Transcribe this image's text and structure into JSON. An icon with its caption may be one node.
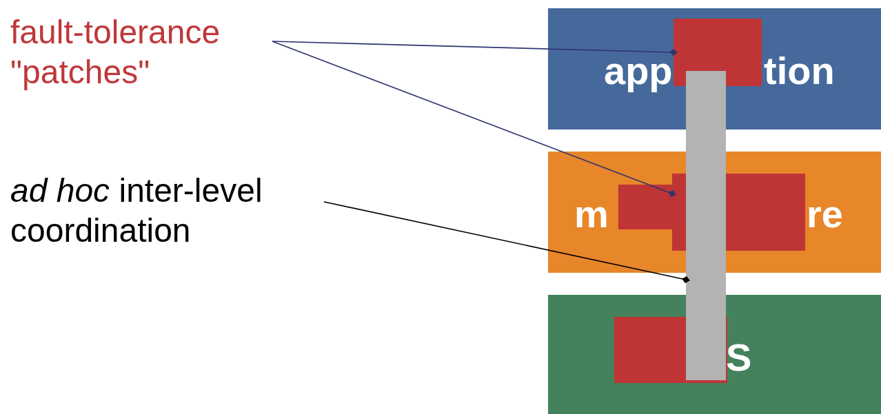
{
  "diagram": {
    "nodes": [
      {
        "text": [
          "fault-tolerance \"patches\""
        ]
      },
      {
        "text": [
          "*ad hoc* inter-level coordination"
        ]
      },
      {
        "text": [
          "app",
          "tion"
        ]
      },
      {
        "text": [
          "m",
          "re"
        ]
      },
      {
        "text": [
          "S"
        ]
      },
      {
        "text": [],
        "shape": "box",
        "in": 2
      },
      {
        "text": [],
        "shape": "box",
        "in": 3
      },
      {
        "text": [],
        "shape": "box",
        "in": 4
      },
      {
        "text": [],
        "shape": "bar"
      }
    ],
    "edges": [
      {
        "from": 0,
        "to": 5,
        "arrow": "other"
      },
      {
        "from": 0,
        "to": 6,
        "arrow": "other"
      },
      {
        "from": 1,
        "to": 8,
        "arrow": "other",
        "color": "#000000"
      }
    ]
  }
}
